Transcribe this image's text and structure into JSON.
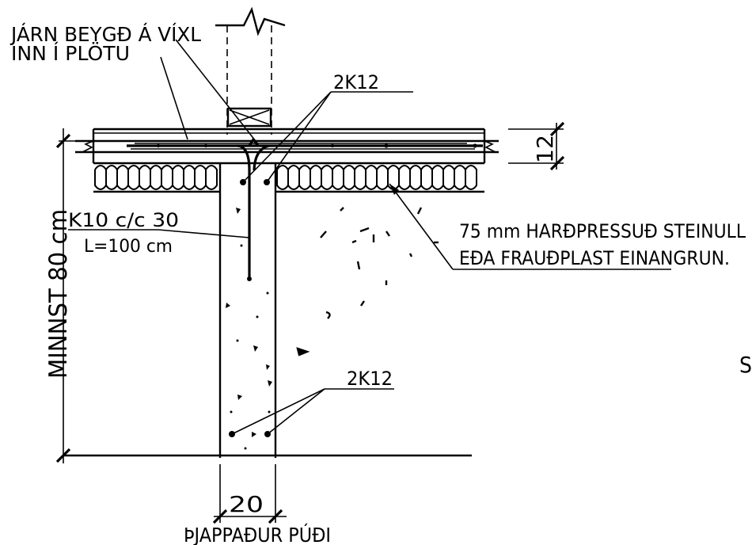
{
  "labels": {
    "bent_rebar_line1": "JÁRN BEYGÐ Á VÍXL",
    "bent_rebar_line2": "INN Í PLÖTU",
    "rebar_top": "2K12",
    "slab_thickness": "12",
    "insulation_line1": "75 mm HARÐPRESSUÐ STEINULL",
    "insulation_line2": "EÐA FRAUÐPLAST EINANGRUN.",
    "stirrups_line1": "K10 c/c 30",
    "stirrups_line2": "L=100 cm",
    "min_depth": "MINNST 80 cm",
    "rebar_bottom": "2K12",
    "footing_width": "20",
    "compacted_pad": "ÞJAPPAÐUR PÚÐI",
    "cut_letter": "S"
  }
}
